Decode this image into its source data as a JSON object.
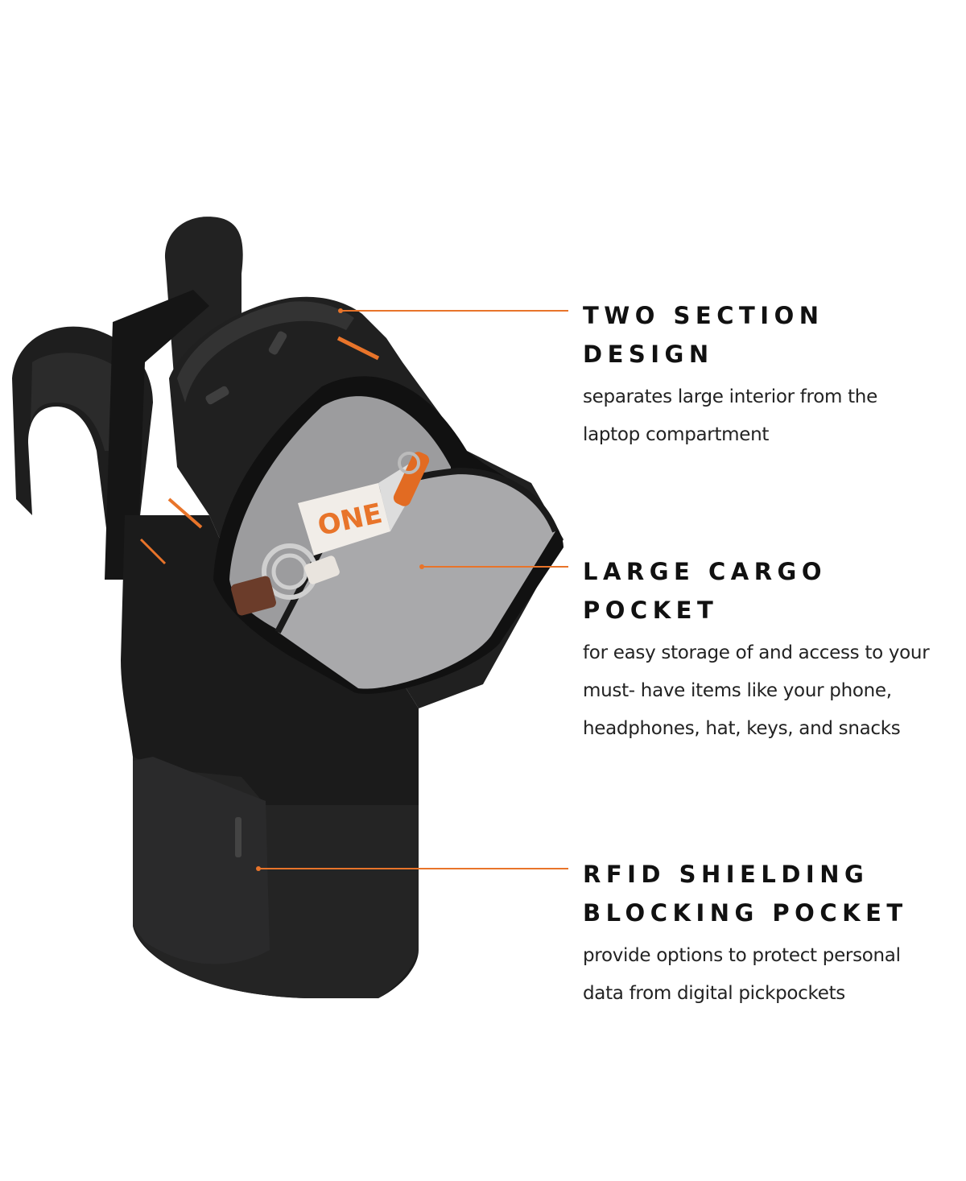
{
  "colors": {
    "accent": "#e8742a",
    "bag_body": "#1c1c1c",
    "lining": "#a6a6a8"
  },
  "features": [
    {
      "title": "TWO SECTION DESIGN",
      "description": " separates large interior from the\nlaptop compartment"
    },
    {
      "title": "LARGE CARGO POCKET",
      "description": "for easy storage of and access to your\nmust- have items like your phone,\nheadphones, hat, keys, and snacks"
    },
    {
      "title": "RFID SHIELDING\nBLOCKING POCKET",
      "description": "provide options to protect personal\ndata from digital pickpockets"
    }
  ],
  "product_image": {
    "snack_brand": "ONE"
  }
}
